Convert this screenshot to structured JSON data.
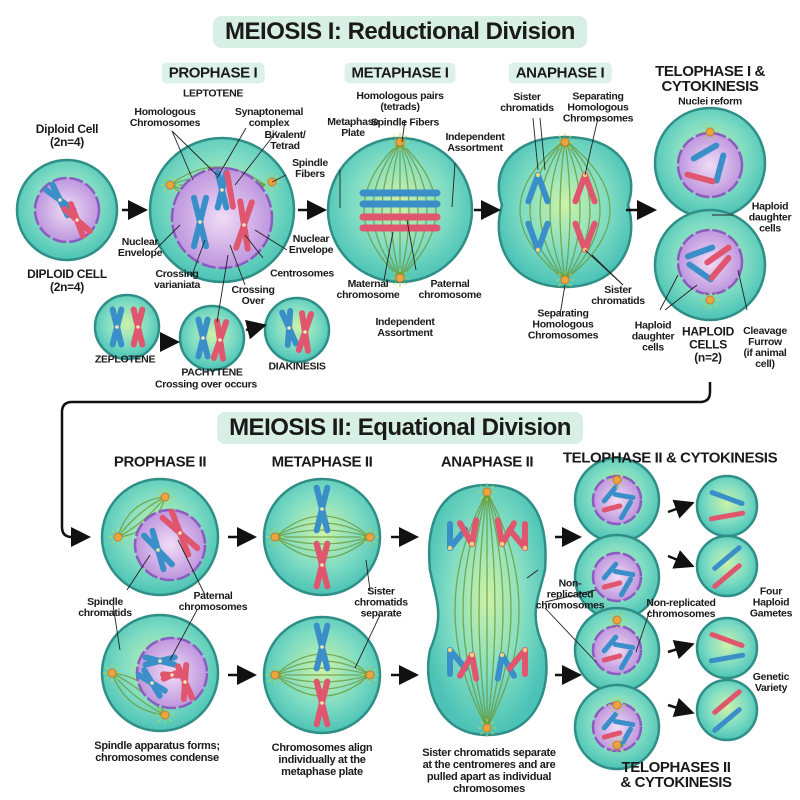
{
  "meiosis1": {
    "title": "MEIOSIS I: Reductional Division",
    "diploid_top": "Diploid Cell\n(2n=4)",
    "diploid_bottom": "DIPLOID CELL\n(2n=4)",
    "prophase1": {
      "title": "PROPHASE I",
      "leptotene": "LEPTOTENE",
      "homologous": "Homologous\nChromosomes",
      "synaptonemal": "Synaptonemal\ncomplex",
      "bivalent": "Bivalent/\nTetrad",
      "spindle": "Spindle\nFibers",
      "nuclear_left": "Nuclear\nEnvelope",
      "nuclear_right": "Nuclear\nEnvelope",
      "centrosomes": "Centrosomes",
      "crossing_var": "Crossing\nvarianiata",
      "crossing_over": "Crossing\nOver",
      "zeplotene": "ZEPLOTENE",
      "pachytene": "PACHYTENE",
      "pachytene_note": "Crossing over occurs",
      "diakinesis": "DIAKINESIS"
    },
    "metaphase1": {
      "title": "METAPHASE I",
      "pairs": "Homologous pairs\n(tetrads)",
      "plate": "Metaphase\nPlate",
      "spindle": "Spindle Fibers",
      "independent": "Independent\nAssortment",
      "maternal": "Maternal\nchromosome",
      "paternal": "Paternal\nchromosome",
      "independent_bottom": "Independent\nAssortment"
    },
    "anaphase1": {
      "title": "ANAPHASE I",
      "sister_top": "Sister\nchromatids",
      "separating_top": "Separating\nHomologous\nChromosomes",
      "sister_bottom": "Sister\nchromatids",
      "separating_bottom": "Separating\nHomologous\nChromosomes"
    },
    "telophase1": {
      "title": "TELOPHASE I &\nCYTOKINESIS",
      "nuclei": "Nuclei reform",
      "haploid_right": "Haploid\ndaughter\ncells",
      "haploid_left": "Haploid\ndaughter\ncells",
      "haploid_cells": "HAPLOID\nCELLS\n(n=2)",
      "cleavage": "Cleavage\nFurrow\n(if animal\ncell)"
    }
  },
  "meiosis2": {
    "title": "MEIOSIS II: Equational Division",
    "prophase2": {
      "title": "PROPHASE II",
      "spindle": "Spindle\nchromatids",
      "paternal": "Paternal\nchromosomes",
      "caption": "Spindle apparatus forms;\nchromosomes condense"
    },
    "metaphase2": {
      "title": "METAPHASE II",
      "sister": "Sister\nchromatids\nseparate",
      "caption": "Chromosomes align\nindividually at the\nmetaphase plate"
    },
    "anaphase2": {
      "title": "ANAPHASE II",
      "nonrep": "Non-\nreplicated\nchromosomes",
      "caption": "Sister chromatids separate\nat the centromeres and are\npulled apart as individual\nchromosomes"
    },
    "telophase2": {
      "title": "TELOPHASE II & CYTOKINESIS",
      "nonrep": "Non-replicated\nchromosomes",
      "four": "Four\nHaploid\nGametes",
      "variety": "Genetic\nVariety",
      "bottom_title": "TELOPHASES II\n& CYTOKINESIS"
    }
  },
  "colors": {
    "cell": "#5fd0c0",
    "cell_edge": "#2f8f87",
    "nucleus": "#c9a6e4",
    "maternal": "#3a8fc9",
    "paternal": "#e0566e",
    "spindle": "#6a9a3a",
    "centrosome": "#e9a640",
    "title_bg": "#d8efe6"
  }
}
